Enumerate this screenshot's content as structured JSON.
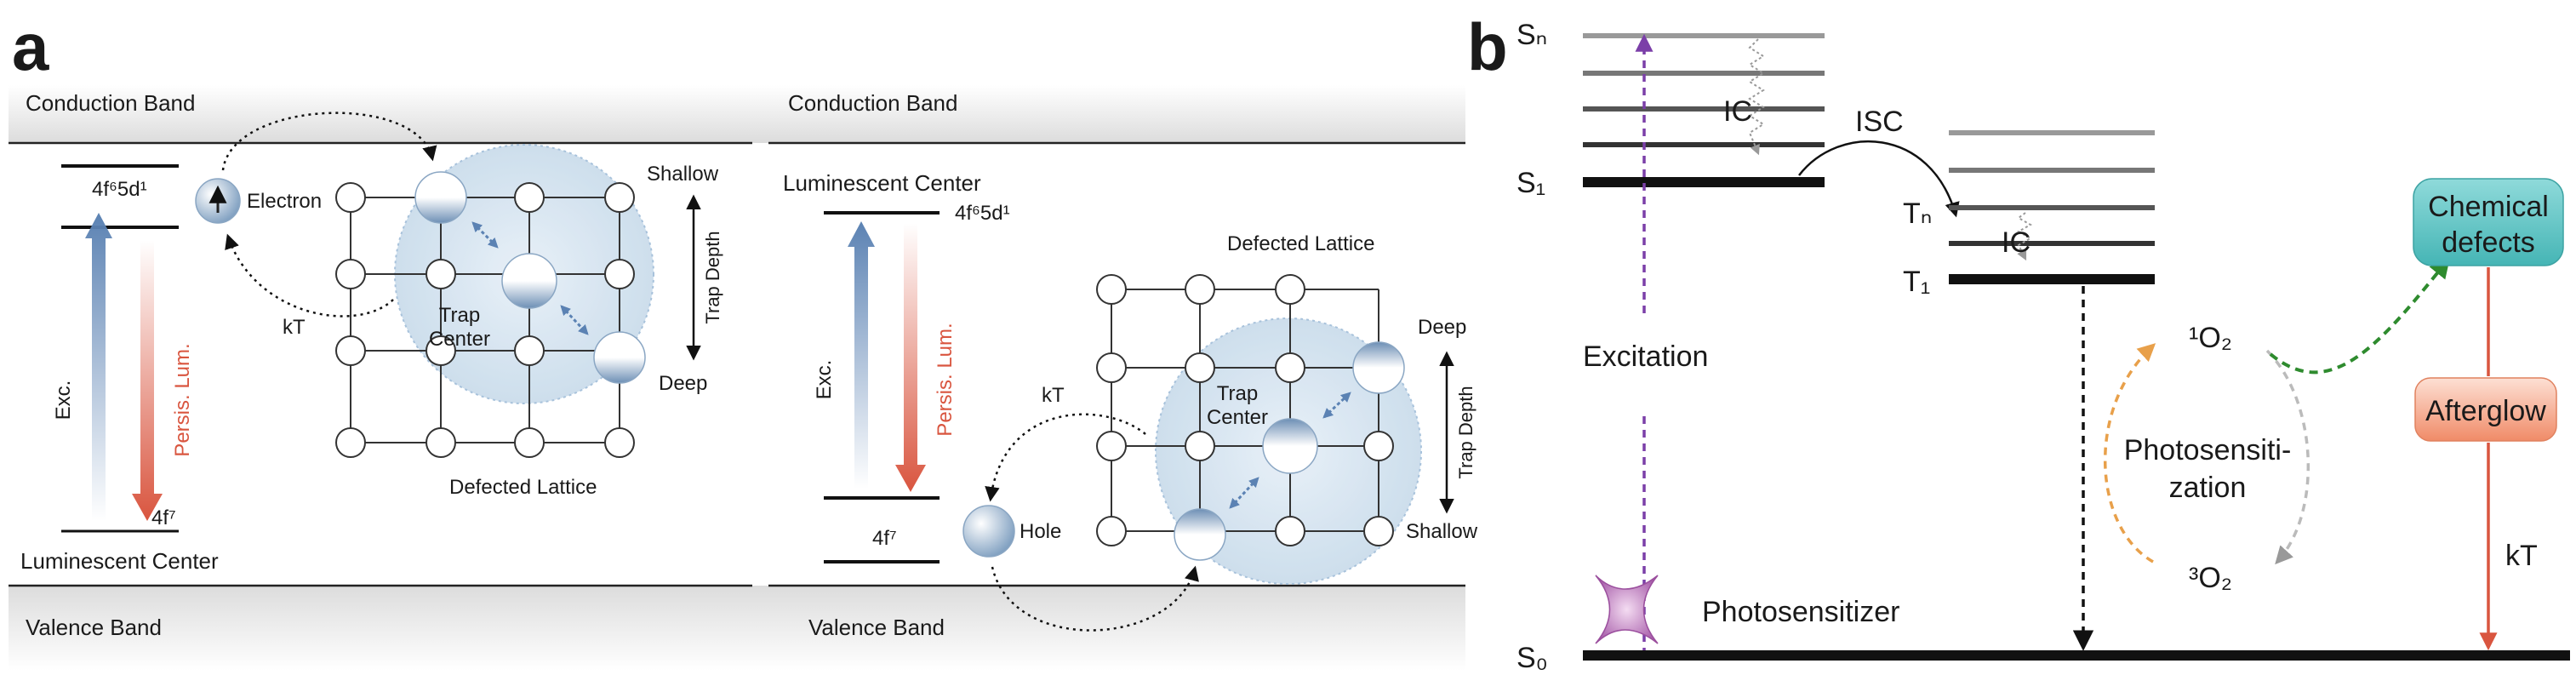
{
  "panel_a": {
    "label": "a",
    "left": {
      "conduction_band": "Conduction Band",
      "valence_band": "Valence Band",
      "level_upper": "4f⁶5d¹",
      "level_lower": "4f⁷",
      "luminescent_center": "Luminescent Center",
      "excitation": "Exc.",
      "persistent_luminescence": "Persis. Lum.",
      "carrier": "Electron",
      "kt": "kT",
      "trap_center": [
        "Trap",
        "Center"
      ],
      "trap_depth": "Trap Depth",
      "shallow": "Shallow",
      "deep": "Deep",
      "defected_lattice": "Defected Lattice"
    },
    "right": {
      "conduction_band": "Conduction Band",
      "valence_band": "Valence Band",
      "level_upper": "4f⁶5d¹",
      "level_lower": "4f⁷",
      "luminescent_center": "Luminescent Center",
      "excitation": "Exc.",
      "persistent_luminescence": "Persis. Lum.",
      "carrier": "Hole",
      "kt": "kT",
      "trap_center": [
        "Trap",
        "Center"
      ],
      "trap_depth": "Trap Depth",
      "shallow": "Shallow",
      "deep": "Deep",
      "defected_lattice": "Defected Lattice"
    }
  },
  "panel_b": {
    "label": "b",
    "states": {
      "sn": "Sₙ",
      "s1": "S₁",
      "s0": "S₀",
      "tn": "Tₙ",
      "t1": "T₁"
    },
    "ic": "IC",
    "isc": "ISC",
    "excitation": "Excitation",
    "photosensitizer": "Photosensitizer",
    "singlet_oxygen": "¹O₂",
    "triplet_oxygen": "³O₂",
    "photosensitization": [
      "Photosensiti-",
      "zation"
    ],
    "chemical_defects": [
      "Chemical",
      "defects"
    ],
    "afterglow": "Afterglow",
    "kt": "kT"
  },
  "colors": {
    "excitation_arrow": "#5b82b3",
    "luminescence_arrow": "#d9553f",
    "excitation_dashed": "#7b3fa8",
    "singlet_path": "#2e8b2e",
    "photosensitization_up": "#e8a04a",
    "photosensitization_down": "#bbbbbb",
    "chemical_defects_box": "#5ec3c3",
    "afterglow_box": "#f2916f",
    "kt_arrow": "#d9553f"
  }
}
